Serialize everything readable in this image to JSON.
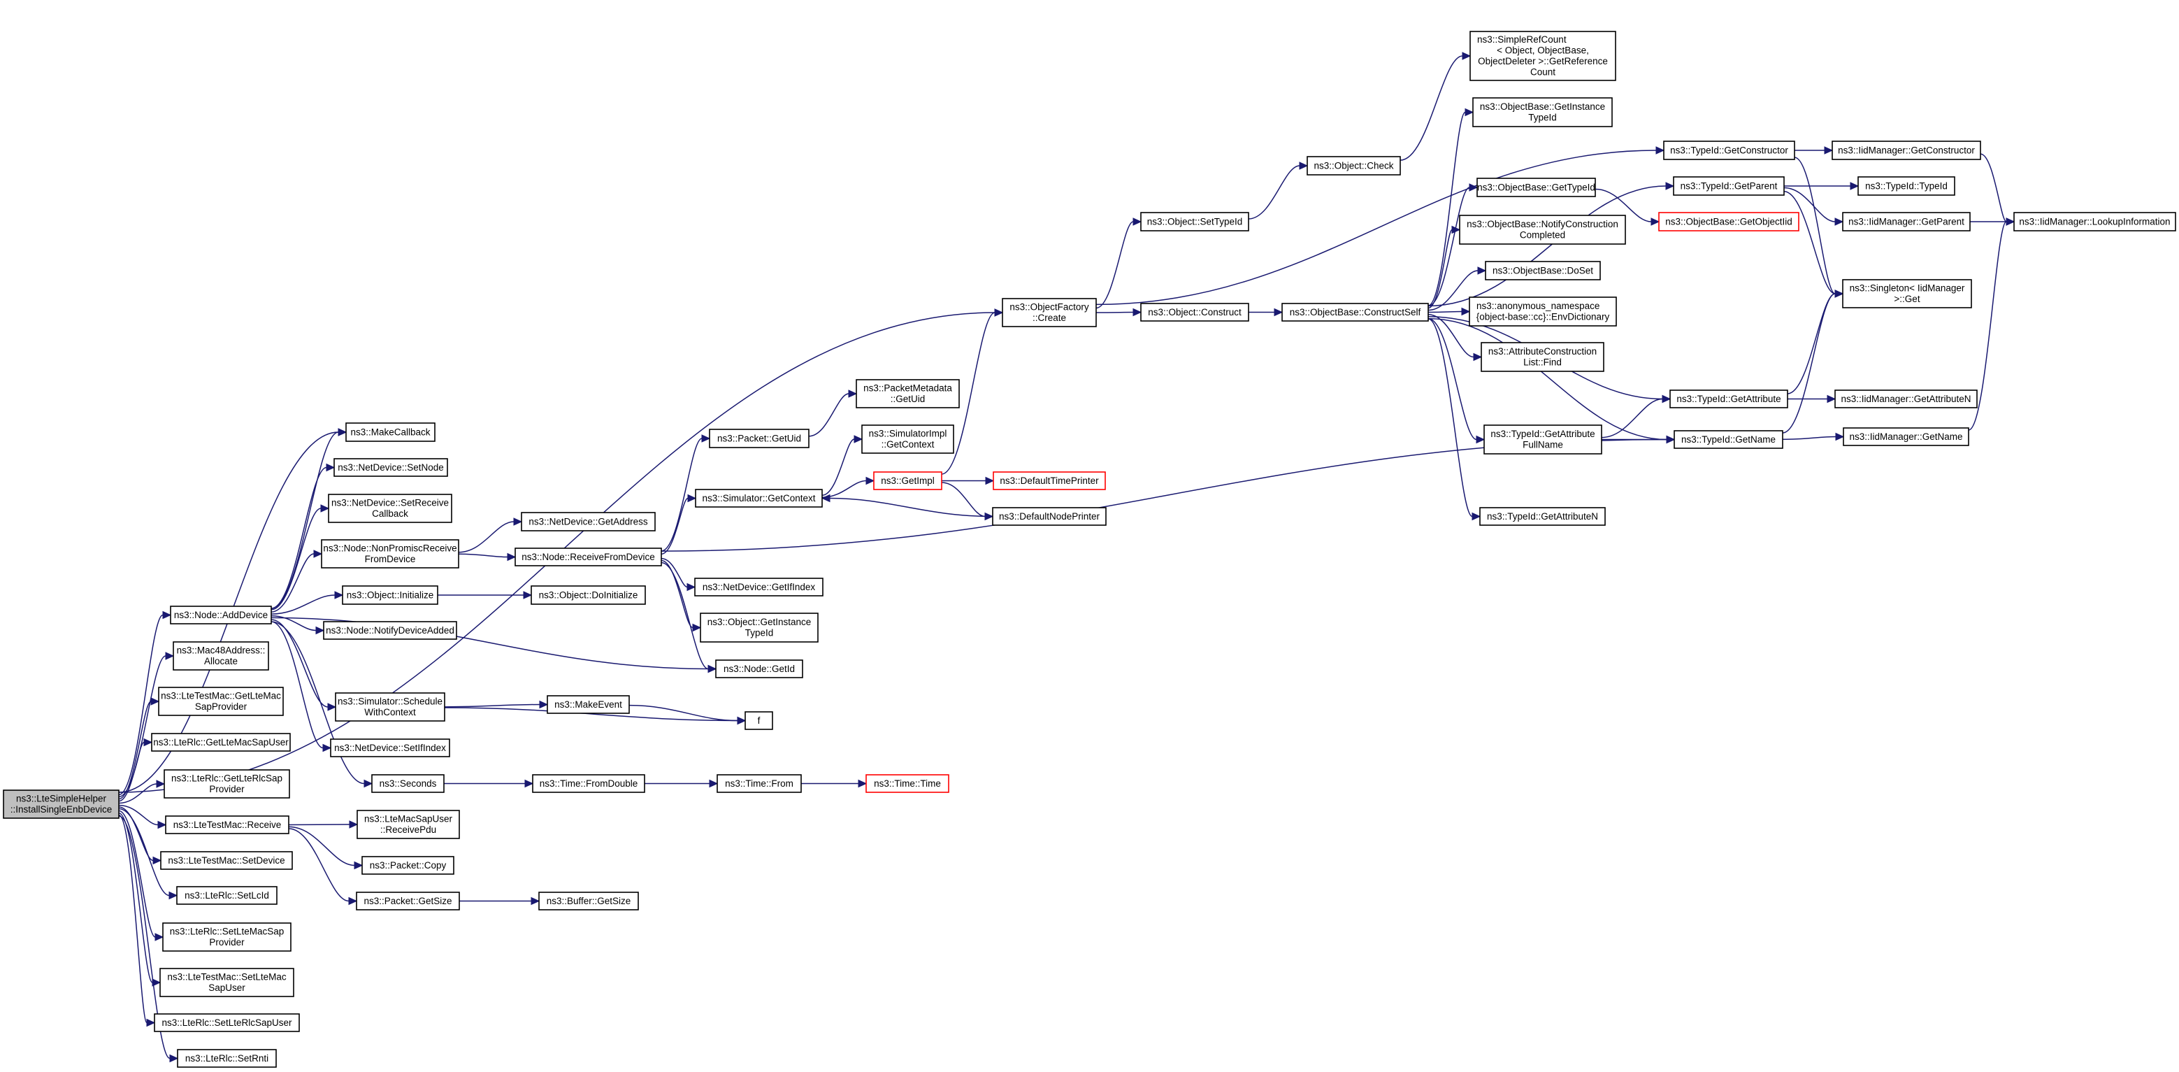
{
  "title": "Call graph: ns3::LteSimpleHelper::InstallSingleEnbDevice",
  "colors": {
    "edge": "#191970",
    "node_border": "#000000",
    "missing_border": "#ff0000",
    "root_fill": "#bfbfbf",
    "node_fill": "#ffffff"
  },
  "nodes": [
    {
      "id": "root",
      "lines": [
        "ns3::LteSimpleHelper",
        "::InstallSingleEnbDevice"
      ],
      "kind": "root"
    },
    {
      "id": "add_device",
      "lines": [
        "ns3::Node::AddDevice"
      ]
    },
    {
      "id": "mac48_allocate",
      "lines": [
        "ns3::Mac48Address::",
        "Allocate"
      ]
    },
    {
      "id": "get_lte_mac_sap_provider",
      "lines": [
        "ns3::LteTestMac::GetLteMac",
        "SapProvider"
      ]
    },
    {
      "id": "get_lte_mac_sap_user",
      "lines": [
        "ns3::LteRlc::GetLteMacSapUser"
      ]
    },
    {
      "id": "get_lte_rlc_sap_provider",
      "lines": [
        "ns3::LteRlc::GetLteRlcSap",
        "Provider"
      ]
    },
    {
      "id": "lte_test_mac_receive",
      "lines": [
        "ns3::LteTestMac::Receive"
      ]
    },
    {
      "id": "set_device",
      "lines": [
        "ns3::LteTestMac::SetDevice"
      ]
    },
    {
      "id": "set_lcid",
      "lines": [
        "ns3::LteRlc::SetLcId"
      ]
    },
    {
      "id": "set_lte_mac_sap_provider",
      "lines": [
        "ns3::LteRlc::SetLteMacSap",
        "Provider"
      ]
    },
    {
      "id": "set_lte_mac_sap_user",
      "lines": [
        "ns3::LteTestMac::SetLteMac",
        "SapUser"
      ]
    },
    {
      "id": "set_lte_rlc_sap_user",
      "lines": [
        "ns3::LteRlc::SetLteRlcSapUser"
      ]
    },
    {
      "id": "set_rnti",
      "lines": [
        "ns3::LteRlc::SetRnti"
      ]
    },
    {
      "id": "make_callback",
      "lines": [
        "ns3::MakeCallback"
      ]
    },
    {
      "id": "set_node",
      "lines": [
        "ns3::NetDevice::SetNode"
      ]
    },
    {
      "id": "set_receive_callback",
      "lines": [
        "ns3::NetDevice::SetReceive",
        "Callback"
      ]
    },
    {
      "id": "non_promisc",
      "lines": [
        "ns3::Node::NonPromiscReceive",
        "FromDevice"
      ]
    },
    {
      "id": "object_initialize",
      "lines": [
        "ns3::Object::Initialize"
      ]
    },
    {
      "id": "notify_device_added",
      "lines": [
        "ns3::Node::NotifyDeviceAdded"
      ]
    },
    {
      "id": "schedule_with_context",
      "lines": [
        "ns3::Simulator::Schedule",
        "WithContext"
      ]
    },
    {
      "id": "set_if_index",
      "lines": [
        "ns3::NetDevice::SetIfIndex"
      ]
    },
    {
      "id": "seconds",
      "lines": [
        "ns3::Seconds"
      ]
    },
    {
      "id": "receive_pdu",
      "lines": [
        "ns3::LteMacSapUser",
        "::ReceivePdu"
      ]
    },
    {
      "id": "packet_copy",
      "lines": [
        "ns3::Packet::Copy"
      ]
    },
    {
      "id": "packet_get_size",
      "lines": [
        "ns3::Packet::GetSize"
      ]
    },
    {
      "id": "buffer_get_size",
      "lines": [
        "ns3::Buffer::GetSize"
      ]
    },
    {
      "id": "get_address",
      "lines": [
        "ns3::NetDevice::GetAddress"
      ]
    },
    {
      "id": "receive_from_device",
      "lines": [
        "ns3::Node::ReceiveFromDevice"
      ]
    },
    {
      "id": "do_initialize",
      "lines": [
        "ns3::Object::DoInitialize"
      ]
    },
    {
      "id": "make_event",
      "lines": [
        "ns3::MakeEvent"
      ]
    },
    {
      "id": "f",
      "lines": [
        "f"
      ]
    },
    {
      "id": "time_from_double",
      "lines": [
        "ns3::Time::FromDouble"
      ]
    },
    {
      "id": "time_from",
      "lines": [
        "ns3::Time::From"
      ]
    },
    {
      "id": "time_time",
      "lines": [
        "ns3::Time::Time"
      ],
      "kind": "missing"
    },
    {
      "id": "packet_get_uid",
      "lines": [
        "ns3::Packet::GetUid"
      ]
    },
    {
      "id": "simulator_get_context",
      "lines": [
        "ns3::Simulator::GetContext"
      ]
    },
    {
      "id": "get_if_index",
      "lines": [
        "ns3::NetDevice::GetIfIndex"
      ]
    },
    {
      "id": "object_get_instance_typeid",
      "lines": [
        "ns3::Object::GetInstance",
        "TypeId"
      ]
    },
    {
      "id": "node_get_id",
      "lines": [
        "ns3::Node::GetId"
      ]
    },
    {
      "id": "packet_metadata_get_uid",
      "lines": [
        "ns3::PacketMetadata",
        "::GetUid"
      ]
    },
    {
      "id": "simulator_impl_get_context",
      "lines": [
        "ns3::SimulatorImpl",
        "::GetContext"
      ]
    },
    {
      "id": "get_impl",
      "lines": [
        "ns3::GetImpl"
      ],
      "kind": "missing"
    },
    {
      "id": "default_time_printer",
      "lines": [
        "ns3::DefaultTimePrinter"
      ],
      "kind": "missing"
    },
    {
      "id": "default_node_printer",
      "lines": [
        "ns3::DefaultNodePrinter"
      ]
    },
    {
      "id": "object_factory_create",
      "lines": [
        "ns3::ObjectFactory",
        "::Create"
      ]
    },
    {
      "id": "object_set_typeid",
      "lines": [
        "ns3::Object::SetTypeId"
      ]
    },
    {
      "id": "object_check",
      "lines": [
        "ns3::Object::Check"
      ]
    },
    {
      "id": "object_construct",
      "lines": [
        "ns3::Object::Construct"
      ]
    },
    {
      "id": "construct_self",
      "lines": [
        "ns3::ObjectBase::ConstructSelf"
      ]
    },
    {
      "id": "simple_ref_count",
      "lines": [
        "ns3::SimpleRefCount",
        "< Object, ObjectBase,",
        "ObjectDeleter >::GetReference",
        "Count"
      ]
    },
    {
      "id": "objectbase_get_instance_typeid",
      "lines": [
        "ns3::ObjectBase::GetInstance",
        "TypeId"
      ]
    },
    {
      "id": "objectbase_get_typeid",
      "lines": [
        "ns3::ObjectBase::GetTypeId"
      ]
    },
    {
      "id": "notify_construction_completed",
      "lines": [
        "ns3::ObjectBase::NotifyConstruction",
        "Completed"
      ]
    },
    {
      "id": "do_set",
      "lines": [
        "ns3::ObjectBase::DoSet"
      ]
    },
    {
      "id": "env_dictionary",
      "lines": [
        "ns3::anonymous_namespace",
        "{object-base::cc}::EnvDictionary"
      ]
    },
    {
      "id": "attr_construction_list_find",
      "lines": [
        "ns3::AttributeConstruction",
        "List::Find"
      ]
    },
    {
      "id": "get_attribute_full_name",
      "lines": [
        "ns3::TypeId::GetAttribute",
        "FullName"
      ]
    },
    {
      "id": "typeid_get_attribute_n",
      "lines": [
        "ns3::TypeId::GetAttributeN"
      ]
    },
    {
      "id": "typeid_get_constructor",
      "lines": [
        "ns3::TypeId::GetConstructor"
      ]
    },
    {
      "id": "typeid_get_parent",
      "lines": [
        "ns3::TypeId::GetParent"
      ]
    },
    {
      "id": "get_object_iid",
      "lines": [
        "ns3::ObjectBase::GetObjectIid"
      ],
      "kind": "missing"
    },
    {
      "id": "typeid_get_attribute",
      "lines": [
        "ns3::TypeId::GetAttribute"
      ]
    },
    {
      "id": "typeid_get_name",
      "lines": [
        "ns3::TypeId::GetName"
      ]
    },
    {
      "id": "iid_get_constructor",
      "lines": [
        "ns3::IidManager::GetConstructor"
      ]
    },
    {
      "id": "typeid_typeid",
      "lines": [
        "ns3::TypeId::TypeId"
      ]
    },
    {
      "id": "iid_get_parent",
      "lines": [
        "ns3::IidManager::GetParent"
      ]
    },
    {
      "id": "singleton_get",
      "lines": [
        "ns3::Singleton< IidManager",
        ">::Get"
      ]
    },
    {
      "id": "iid_get_attribute_n",
      "lines": [
        "ns3::IidManager::GetAttributeN"
      ]
    },
    {
      "id": "iid_get_name",
      "lines": [
        "ns3::IidManager::GetName"
      ]
    },
    {
      "id": "lookup_information",
      "lines": [
        "ns3::IidManager::LookupInformation"
      ]
    }
  ],
  "edges": [
    [
      "root",
      "add_device"
    ],
    [
      "root",
      "mac48_allocate"
    ],
    [
      "root",
      "get_lte_mac_sap_provider"
    ],
    [
      "root",
      "get_lte_mac_sap_user"
    ],
    [
      "root",
      "get_lte_rlc_sap_provider"
    ],
    [
      "root",
      "lte_test_mac_receive"
    ],
    [
      "root",
      "set_device"
    ],
    [
      "root",
      "set_lcid"
    ],
    [
      "root",
      "set_lte_mac_sap_provider"
    ],
    [
      "root",
      "set_lte_mac_sap_user"
    ],
    [
      "root",
      "set_lte_rlc_sap_user"
    ],
    [
      "root",
      "set_rnti"
    ],
    [
      "root",
      "make_callback"
    ],
    [
      "root",
      "object_factory_create"
    ],
    [
      "add_device",
      "make_callback"
    ],
    [
      "add_device",
      "set_node"
    ],
    [
      "add_device",
      "set_receive_callback"
    ],
    [
      "add_device",
      "non_promisc"
    ],
    [
      "add_device",
      "object_initialize"
    ],
    [
      "add_device",
      "notify_device_added"
    ],
    [
      "add_device",
      "node_get_id"
    ],
    [
      "add_device",
      "schedule_with_context"
    ],
    [
      "add_device",
      "set_if_index"
    ],
    [
      "add_device",
      "seconds"
    ],
    [
      "lte_test_mac_receive",
      "receive_pdu"
    ],
    [
      "lte_test_mac_receive",
      "packet_copy"
    ],
    [
      "lte_test_mac_receive",
      "packet_get_size"
    ],
    [
      "packet_get_size",
      "buffer_get_size"
    ],
    [
      "non_promisc",
      "get_address"
    ],
    [
      "non_promisc",
      "receive_from_device"
    ],
    [
      "object_initialize",
      "do_initialize"
    ],
    [
      "schedule_with_context",
      "make_event"
    ],
    [
      "schedule_with_context",
      "f"
    ],
    [
      "make_event",
      "f"
    ],
    [
      "seconds",
      "time_from_double"
    ],
    [
      "time_from_double",
      "time_from"
    ],
    [
      "time_from",
      "time_time"
    ],
    [
      "receive_from_device",
      "packet_get_uid"
    ],
    [
      "receive_from_device",
      "simulator_get_context"
    ],
    [
      "receive_from_device",
      "get_if_index"
    ],
    [
      "receive_from_device",
      "object_get_instance_typeid"
    ],
    [
      "receive_from_device",
      "node_get_id"
    ],
    [
      "receive_from_device",
      "typeid_get_name"
    ],
    [
      "packet_get_uid",
      "packet_metadata_get_uid"
    ],
    [
      "simulator_get_context",
      "simulator_impl_get_context"
    ],
    [
      "simulator_get_context",
      "get_impl"
    ],
    [
      "get_impl",
      "default_time_printer"
    ],
    [
      "get_impl",
      "default_node_printer"
    ],
    [
      "get_impl",
      "object_factory_create"
    ],
    [
      "default_node_printer",
      "simulator_get_context"
    ],
    [
      "object_factory_create",
      "object_set_typeid"
    ],
    [
      "object_factory_create",
      "object_construct"
    ],
    [
      "object_factory_create",
      "typeid_get_constructor"
    ],
    [
      "object_set_typeid",
      "object_check"
    ],
    [
      "object_check",
      "simple_ref_count"
    ],
    [
      "object_construct",
      "construct_self"
    ],
    [
      "construct_self",
      "objectbase_get_instance_typeid"
    ],
    [
      "construct_self",
      "objectbase_get_typeid"
    ],
    [
      "construct_self",
      "notify_construction_completed"
    ],
    [
      "construct_self",
      "do_set"
    ],
    [
      "construct_self",
      "env_dictionary"
    ],
    [
      "construct_self",
      "attr_construction_list_find"
    ],
    [
      "construct_self",
      "get_attribute_full_name"
    ],
    [
      "construct_self",
      "typeid_get_attribute_n"
    ],
    [
      "construct_self",
      "typeid_get_parent"
    ],
    [
      "construct_self",
      "typeid_get_attribute"
    ],
    [
      "construct_self",
      "typeid_get_name"
    ],
    [
      "objectbase_get_typeid",
      "get_object_iid"
    ],
    [
      "get_attribute_full_name",
      "typeid_get_attribute"
    ],
    [
      "get_attribute_full_name",
      "typeid_get_name"
    ],
    [
      "typeid_get_constructor",
      "iid_get_constructor"
    ],
    [
      "typeid_get_constructor",
      "singleton_get"
    ],
    [
      "typeid_get_parent",
      "typeid_typeid"
    ],
    [
      "typeid_get_parent",
      "iid_get_parent"
    ],
    [
      "typeid_get_parent",
      "singleton_get"
    ],
    [
      "typeid_get_attribute",
      "iid_get_attribute_n"
    ],
    [
      "typeid_get_attribute",
      "singleton_get"
    ],
    [
      "typeid_get_name",
      "iid_get_name"
    ],
    [
      "typeid_get_name",
      "singleton_get"
    ],
    [
      "iid_get_constructor",
      "lookup_information"
    ],
    [
      "iid_get_parent",
      "lookup_information"
    ],
    [
      "iid_get_name",
      "lookup_information"
    ]
  ]
}
